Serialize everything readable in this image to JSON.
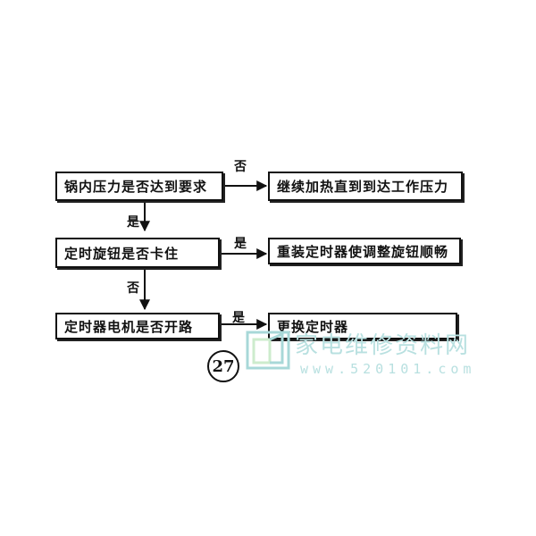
{
  "flowchart": {
    "q1": "锅内压力是否达到要求",
    "a1": "继续加热直到到达工作压力",
    "q2": "定时旋钮是否卡住",
    "a2": "重装定时器使调整旋钮顺畅",
    "q3": "定时器电机是否开路",
    "a3": "更换定时器",
    "label_no_1": "否",
    "label_yes_1": "是",
    "label_yes_2": "是",
    "label_no_2": "否",
    "label_yes_3": "是"
  },
  "figure_number": "27",
  "watermark": {
    "text": "家电维修资料网",
    "url": "www.520101.com"
  }
}
